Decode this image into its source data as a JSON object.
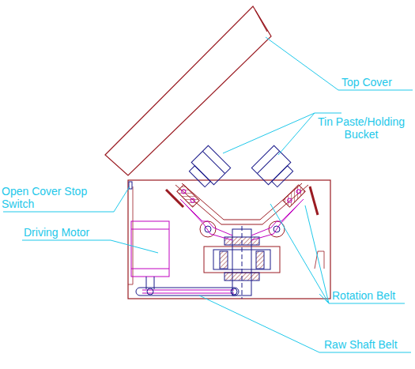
{
  "diagram": {
    "labels": [
      "Top Cover",
      "Tin Paste/Holding Bucket",
      "Open Cover Stop Switch",
      "Driving Motor",
      "Rotation Belt",
      "Raw Shaft Belt"
    ]
  }
}
